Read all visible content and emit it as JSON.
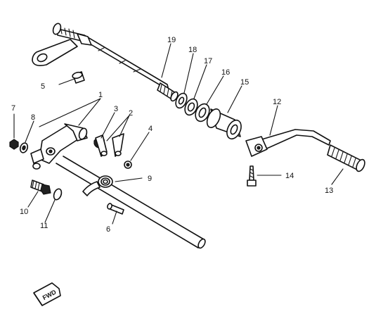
{
  "callouts": {
    "c1": "1",
    "c2": "2",
    "c3": "3",
    "c4": "4",
    "c5": "5",
    "c6": "6",
    "c7": "7",
    "c8": "8",
    "c9": "9",
    "c10": "10",
    "c11": "11",
    "c12": "12",
    "c13": "13",
    "c14": "14",
    "c15": "15",
    "c16": "16",
    "c17": "17",
    "c18": "18",
    "c19": "19"
  },
  "direction_badge": "FWD"
}
